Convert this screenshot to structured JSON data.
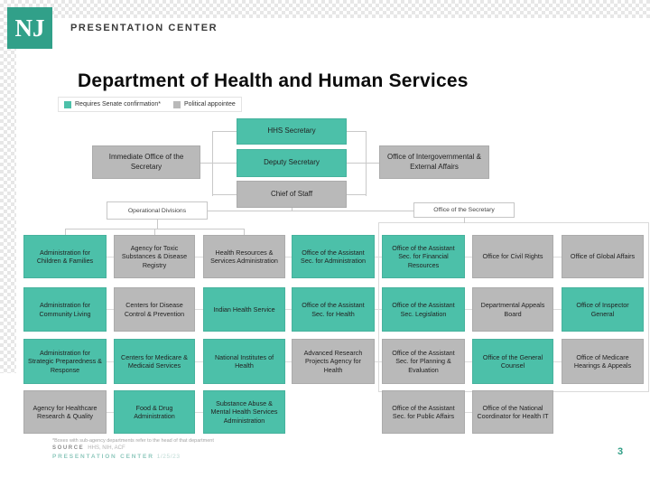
{
  "header": {
    "logo_text": "NJ",
    "brand": "PRESENTATION CENTER"
  },
  "title": "Department of Health and Human Services",
  "colors": {
    "senate": "#4cc0a9",
    "appointee": "#b9b9b9",
    "brand_teal": "#31a089"
  },
  "legend": {
    "items": [
      {
        "label": "Requires Senate confirmation*",
        "type": "senate"
      },
      {
        "label": "Political appointee",
        "type": "appointee"
      }
    ]
  },
  "org": {
    "executive": [
      {
        "label": "HHS Secretary",
        "type": "senate"
      },
      {
        "label": "Deputy Secretary",
        "type": "senate"
      },
      {
        "label": "Chief of Staff",
        "type": "appointee"
      }
    ],
    "left_office": {
      "label": "Immediate Office of the Secretary",
      "type": "appointee"
    },
    "right_office": {
      "label": "Office of Intergovernmental & External Affairs",
      "type": "appointee"
    },
    "group_labels": {
      "left": "Operational Divisions",
      "right": "Office of the Secretary"
    },
    "grid_rows": [
      [
        {
          "label": "Administration for Children & Families",
          "type": "senate"
        },
        {
          "label": "Agency for Toxic Substances & Disease Registry",
          "type": "appointee"
        },
        {
          "label": "Health Resources & Services Administration",
          "type": "appointee"
        },
        {
          "label": "Office of the Assistant Sec. for Administration",
          "type": "senate"
        },
        {
          "label": "Office of the Assistant Sec. for Financial Resources",
          "type": "senate"
        },
        {
          "label": "Office for Civil Rights",
          "type": "appointee"
        },
        {
          "label": "Office of Global Affairs",
          "type": "appointee"
        }
      ],
      [
        {
          "label": "Administration for Community Living",
          "type": "senate"
        },
        {
          "label": "Centers for Disease Control & Prevention",
          "type": "appointee"
        },
        {
          "label": "Indian Health Service",
          "type": "senate"
        },
        {
          "label": "Office of the Assistant Sec. for Health",
          "type": "senate"
        },
        {
          "label": "Office of the Assistant Sec. Legislation",
          "type": "senate"
        },
        {
          "label": "Departmental Appeals Board",
          "type": "appointee"
        },
        {
          "label": "Office of Inspector General",
          "type": "senate"
        }
      ],
      [
        {
          "label": "Administration for Strategic Preparedness & Response",
          "type": "senate"
        },
        {
          "label": "Centers for Medicare & Medicaid Services",
          "type": "senate"
        },
        {
          "label": "National Institutes of Health",
          "type": "senate"
        },
        {
          "label": "Advanced Research Projects Agency for Health",
          "type": "appointee"
        },
        {
          "label": "Office of the Assistant Sec. for Planning & Evaluation",
          "type": "appointee"
        },
        {
          "label": "Office of the General Counsel",
          "type": "senate"
        },
        {
          "label": "Office of Medicare Hearings & Appeals",
          "type": "appointee"
        }
      ],
      [
        {
          "label": "Agency for Healthcare Research & Quality",
          "type": "appointee"
        },
        {
          "label": "Food & Drug Administration",
          "type": "senate"
        },
        {
          "label": "Substance Abuse & Mental Health Services Administration",
          "type": "senate"
        },
        {
          "label": "",
          "type": "none"
        },
        {
          "label": "Office of the Assistant Sec. for Public Affairs",
          "type": "appointee"
        },
        {
          "label": "Office of the National Coordinator for Health IT",
          "type": "appointee"
        },
        {
          "label": "",
          "type": "none"
        }
      ]
    ]
  },
  "footer": {
    "footnote": "*Boxes with sub-agency departments refer to the head of that department",
    "source_label": "SOURCE",
    "source_text": "HHS, NIH, ACF",
    "brand": "PRESENTATION CENTER",
    "date": "1/25/23",
    "page": "3"
  }
}
